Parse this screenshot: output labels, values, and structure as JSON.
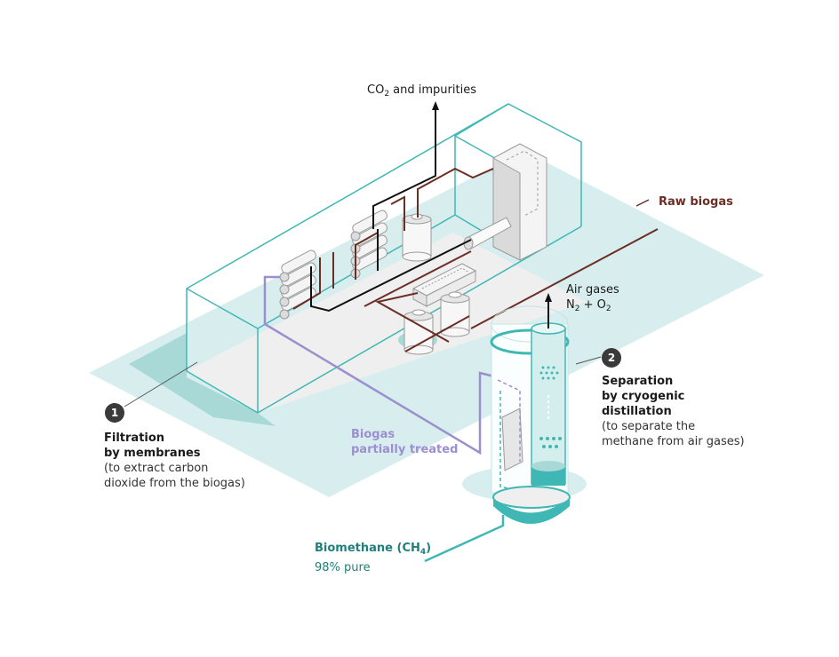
{
  "colors": {
    "teal": "#3fb8b5",
    "teal_light": "#d8eeee",
    "teal_mid": "#a9d9d7",
    "raw_biogas": "#6b2e25",
    "partially_treated": "#9b8fd0",
    "co2": "#111111",
    "equipment_gray": "#dcdcdc"
  },
  "labels": {
    "co2": {
      "main": "CO",
      "sub": "2",
      "rest": " and impurities"
    },
    "raw_biogas": "Raw biogas",
    "air_gases": {
      "line1": "Air gases",
      "n": "N",
      "n_sub": "2",
      "plus": " + ",
      "o": "O",
      "o_sub": "2"
    },
    "biogas_partial": {
      "line1": "Biogas",
      "line2": "partially treated"
    },
    "biomethane": {
      "line1_main": "Biomethane (CH",
      "line1_sub": "4",
      "line1_end": ")",
      "line2": "98% pure"
    }
  },
  "steps": [
    {
      "number": "1",
      "title_line1": "Filtration",
      "title_line2": "by membranes",
      "desc_line1": "(to extract carbon",
      "desc_line2": "dioxide from the biogas)"
    },
    {
      "number": "2",
      "title_line1": "Separation",
      "title_line2": "by cryogenic",
      "title_line3": "distillation",
      "desc_line1": "(to separate the",
      "desc_line2": "methane from air gases)"
    }
  ]
}
